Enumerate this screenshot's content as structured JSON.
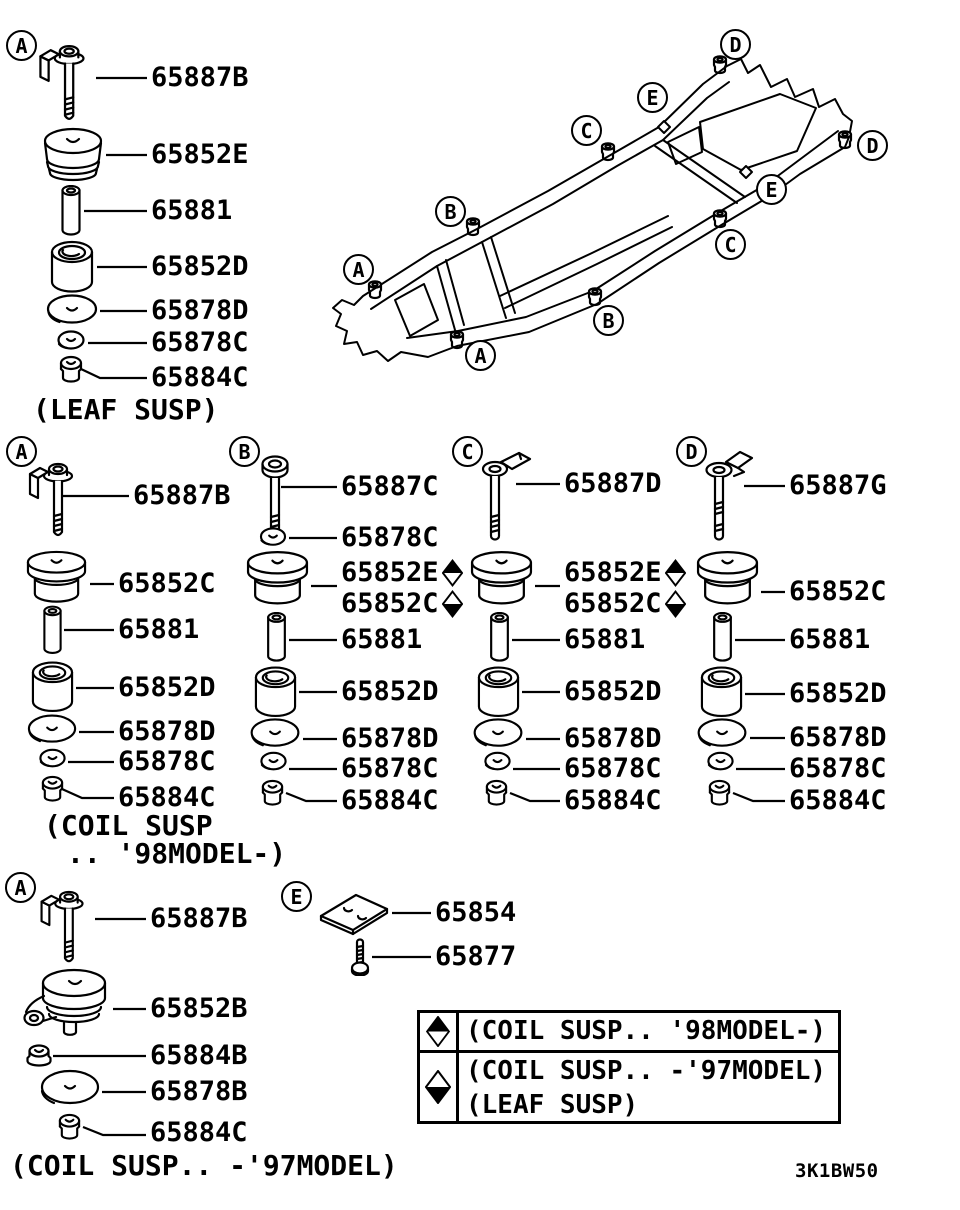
{
  "drawing_code": "3K1BW50",
  "frame": {
    "callouts": [
      "D",
      "E",
      "C",
      "D",
      "E",
      "B",
      "C",
      "A",
      "B",
      "A"
    ]
  },
  "groups": {
    "leaf": {
      "callout": "A",
      "caption": "(LEAF SUSP)",
      "parts": [
        {
          "label": "65887B"
        },
        {
          "label": "65852E"
        },
        {
          "label": "65881"
        },
        {
          "label": "65852D"
        },
        {
          "label": "65878D"
        },
        {
          "label": "65878C"
        },
        {
          "label": "65884C"
        }
      ]
    },
    "coil98_a": {
      "callout": "A",
      "caption_line1": "(COIL SUSP",
      "caption_line2": ".. '98MODEL-)",
      "parts": [
        {
          "label": "65887B"
        },
        {
          "label": "65852C"
        },
        {
          "label": "65881"
        },
        {
          "label": "65852D"
        },
        {
          "label": "65878D"
        },
        {
          "label": "65878C"
        },
        {
          "label": "65884C"
        }
      ]
    },
    "coil98_b": {
      "callout": "B",
      "parts": [
        {
          "label": "65887C"
        },
        {
          "label": "65878C"
        },
        {
          "label": "65852E",
          "marker": "diamond-top-filled"
        },
        {
          "label": "65852C",
          "marker": "diamond-bottom-filled"
        },
        {
          "label": "65881"
        },
        {
          "label": "65852D"
        },
        {
          "label": "65878D"
        },
        {
          "label": "65878C"
        },
        {
          "label": "65884C"
        }
      ]
    },
    "coil98_c": {
      "callout": "C",
      "parts": [
        {
          "label": "65887D"
        },
        {
          "label": "65852E",
          "marker": "diamond-top-filled"
        },
        {
          "label": "65852C",
          "marker": "diamond-bottom-filled"
        },
        {
          "label": "65881"
        },
        {
          "label": "65852D"
        },
        {
          "label": "65878D"
        },
        {
          "label": "65878C"
        },
        {
          "label": "65884C"
        }
      ]
    },
    "coil98_d": {
      "callout": "D",
      "parts": [
        {
          "label": "65887G"
        },
        {
          "label": "65852C"
        },
        {
          "label": "65881"
        },
        {
          "label": "65852D"
        },
        {
          "label": "65878D"
        },
        {
          "label": "65878C"
        },
        {
          "label": "65884C"
        }
      ]
    },
    "coil97": {
      "callout": "A",
      "caption": "(COIL SUSP.. -'97MODEL)",
      "parts": [
        {
          "label": "65887B"
        },
        {
          "label": "65852B"
        },
        {
          "label": "65884B"
        },
        {
          "label": "65878B"
        },
        {
          "label": "65884C"
        }
      ]
    },
    "plate_e": {
      "callout": "E",
      "parts": [
        {
          "label": "65854"
        },
        {
          "label": "65877"
        }
      ]
    }
  },
  "legend": {
    "rows": [
      {
        "symbol": "diamond-top-filled",
        "lines": [
          "(COIL SUSP.. '98MODEL-)"
        ]
      },
      {
        "symbol": "diamond-bottom-filled",
        "lines": [
          "(COIL SUSP.. -'97MODEL)",
          "(LEAF SUSP)"
        ]
      }
    ]
  }
}
